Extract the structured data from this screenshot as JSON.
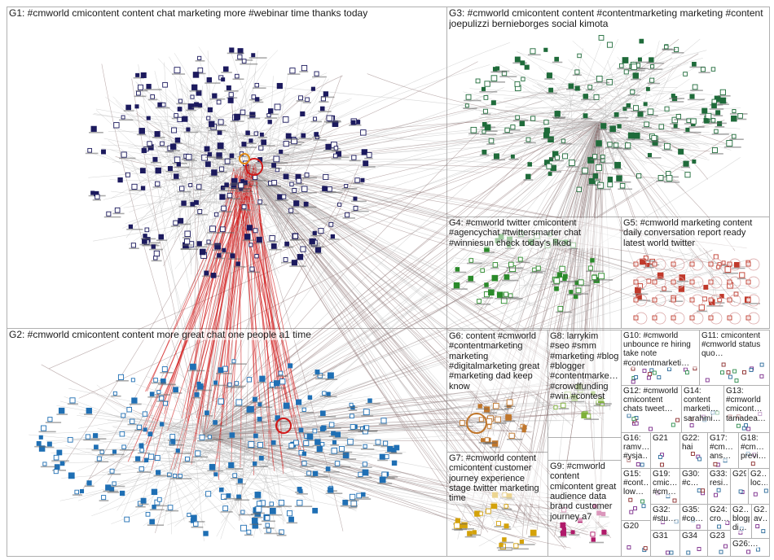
{
  "groups": [
    {
      "id": "G1",
      "label": "G1: #cmworld cmicontent content chat marketing more #webinar time thanks today",
      "color": "#1c1a5e"
    },
    {
      "id": "G2",
      "label": "G2: #cmworld cmicontent content more great chat one people a1 time",
      "color": "#1f6fb4"
    },
    {
      "id": "G3",
      "label": "G3: #cmworld cmicontent content #contentmarketing marketing #content joepulizzi bernieborges social kimota",
      "color": "#1f6b3a"
    },
    {
      "id": "G4",
      "label": "G4: #cmworld twitter cmicontent #agencychat #twittersmarter chat #winniesun check today's liked",
      "color": "#2a8a2a"
    },
    {
      "id": "G5",
      "label": "G5: #cmworld marketing content daily conversation report ready latest world twitter",
      "color": "#c0392b"
    },
    {
      "id": "G6",
      "label": "G6: content #cmworld #contentmarketing marketing #digitalmarketing great #marketing dad keep know",
      "color": "#c0762b"
    },
    {
      "id": "G7",
      "label": "G7: #cmworld content cmicontent customer journey experience stage twitter marketing time",
      "color": "#d4a20a"
    },
    {
      "id": "G8",
      "label": "G8: larrykim #seo #smm #marketing #blog #blogger #contentmarke… #crowdfunding #win #contest",
      "color": "#7fb13a"
    },
    {
      "id": "G9",
      "label": "G9: #cmworld content cmicontent great audience data brand customer journey a7",
      "color": "#b01a6a"
    },
    {
      "id": "G10",
      "label": "G10: #cmworld unbounce re hiring take note #contentmarketi…",
      "color": "#3a7aa8"
    },
    {
      "id": "G11",
      "label": "G11: cmicontent #cmworld status quo…",
      "color": "#7a4aa0"
    },
    {
      "id": "G12",
      "label": "G12: #cmworld cmicontent chats tweet…",
      "color": "#2a6a9a"
    },
    {
      "id": "G13",
      "label": "G13: #cmworld cmicont… tamadea…",
      "color": "#8a2a5a"
    },
    {
      "id": "G14",
      "label": "G14: content marketi… sarahmi…",
      "color": "#4a4a8a"
    },
    {
      "id": "G15",
      "label": "G15: #cont… low…",
      "color": "#2a8a6a"
    },
    {
      "id": "G16",
      "label": "G16: ramv… #ysja…",
      "color": "#6a2a8a"
    },
    {
      "id": "G17",
      "label": "G17: #cm… ans…",
      "color": "#8a6a2a"
    },
    {
      "id": "G18",
      "label": "G18: #cm… previ…",
      "color": "#2a4a8a"
    },
    {
      "id": "G19",
      "label": "G19: cmic… #cm…",
      "color": "#5a8a2a"
    },
    {
      "id": "G20",
      "label": "G20",
      "color": "#2a2a2a"
    },
    {
      "id": "G21",
      "label": "G21",
      "color": "#2a2a2a"
    },
    {
      "id": "G22",
      "label": "G22: hai",
      "color": "#2a2a2a"
    },
    {
      "id": "G23",
      "label": "G23",
      "color": "#2a2a2a"
    },
    {
      "id": "G24",
      "label": "G24: cro…",
      "color": "#2a2a2a"
    },
    {
      "id": "G26",
      "label": "G26:…",
      "color": "#2a2a2a"
    },
    {
      "id": "G29",
      "label": "G29",
      "color": "#2a2a2a"
    },
    {
      "id": "G2x",
      "label": "G2… blogpr… di…",
      "color": "#2a2a2a"
    },
    {
      "id": "G2y",
      "label": "G2… av…",
      "color": "#2a2a2a"
    },
    {
      "id": "G2z",
      "label": "G2… loc…",
      "color": "#2a2a2a"
    },
    {
      "id": "G30",
      "label": "G30: #c…",
      "color": "#2a2a2a"
    },
    {
      "id": "G31",
      "label": "G31",
      "color": "#2a2a2a"
    },
    {
      "id": "G32",
      "label": "G32: #stu…",
      "color": "#2a2a2a"
    },
    {
      "id": "G33",
      "label": "G33: resi…",
      "color": "#2a2a2a"
    },
    {
      "id": "G34",
      "label": "G34",
      "color": "#2a2a2a"
    },
    {
      "id": "G35",
      "label": "G35: #co…",
      "color": "#2a2a2a"
    }
  ],
  "colors": {
    "edge": "#8a7070",
    "edge_light": "#b8b8b8",
    "edge_red": "#d01818",
    "border": "#b0b0b0"
  }
}
